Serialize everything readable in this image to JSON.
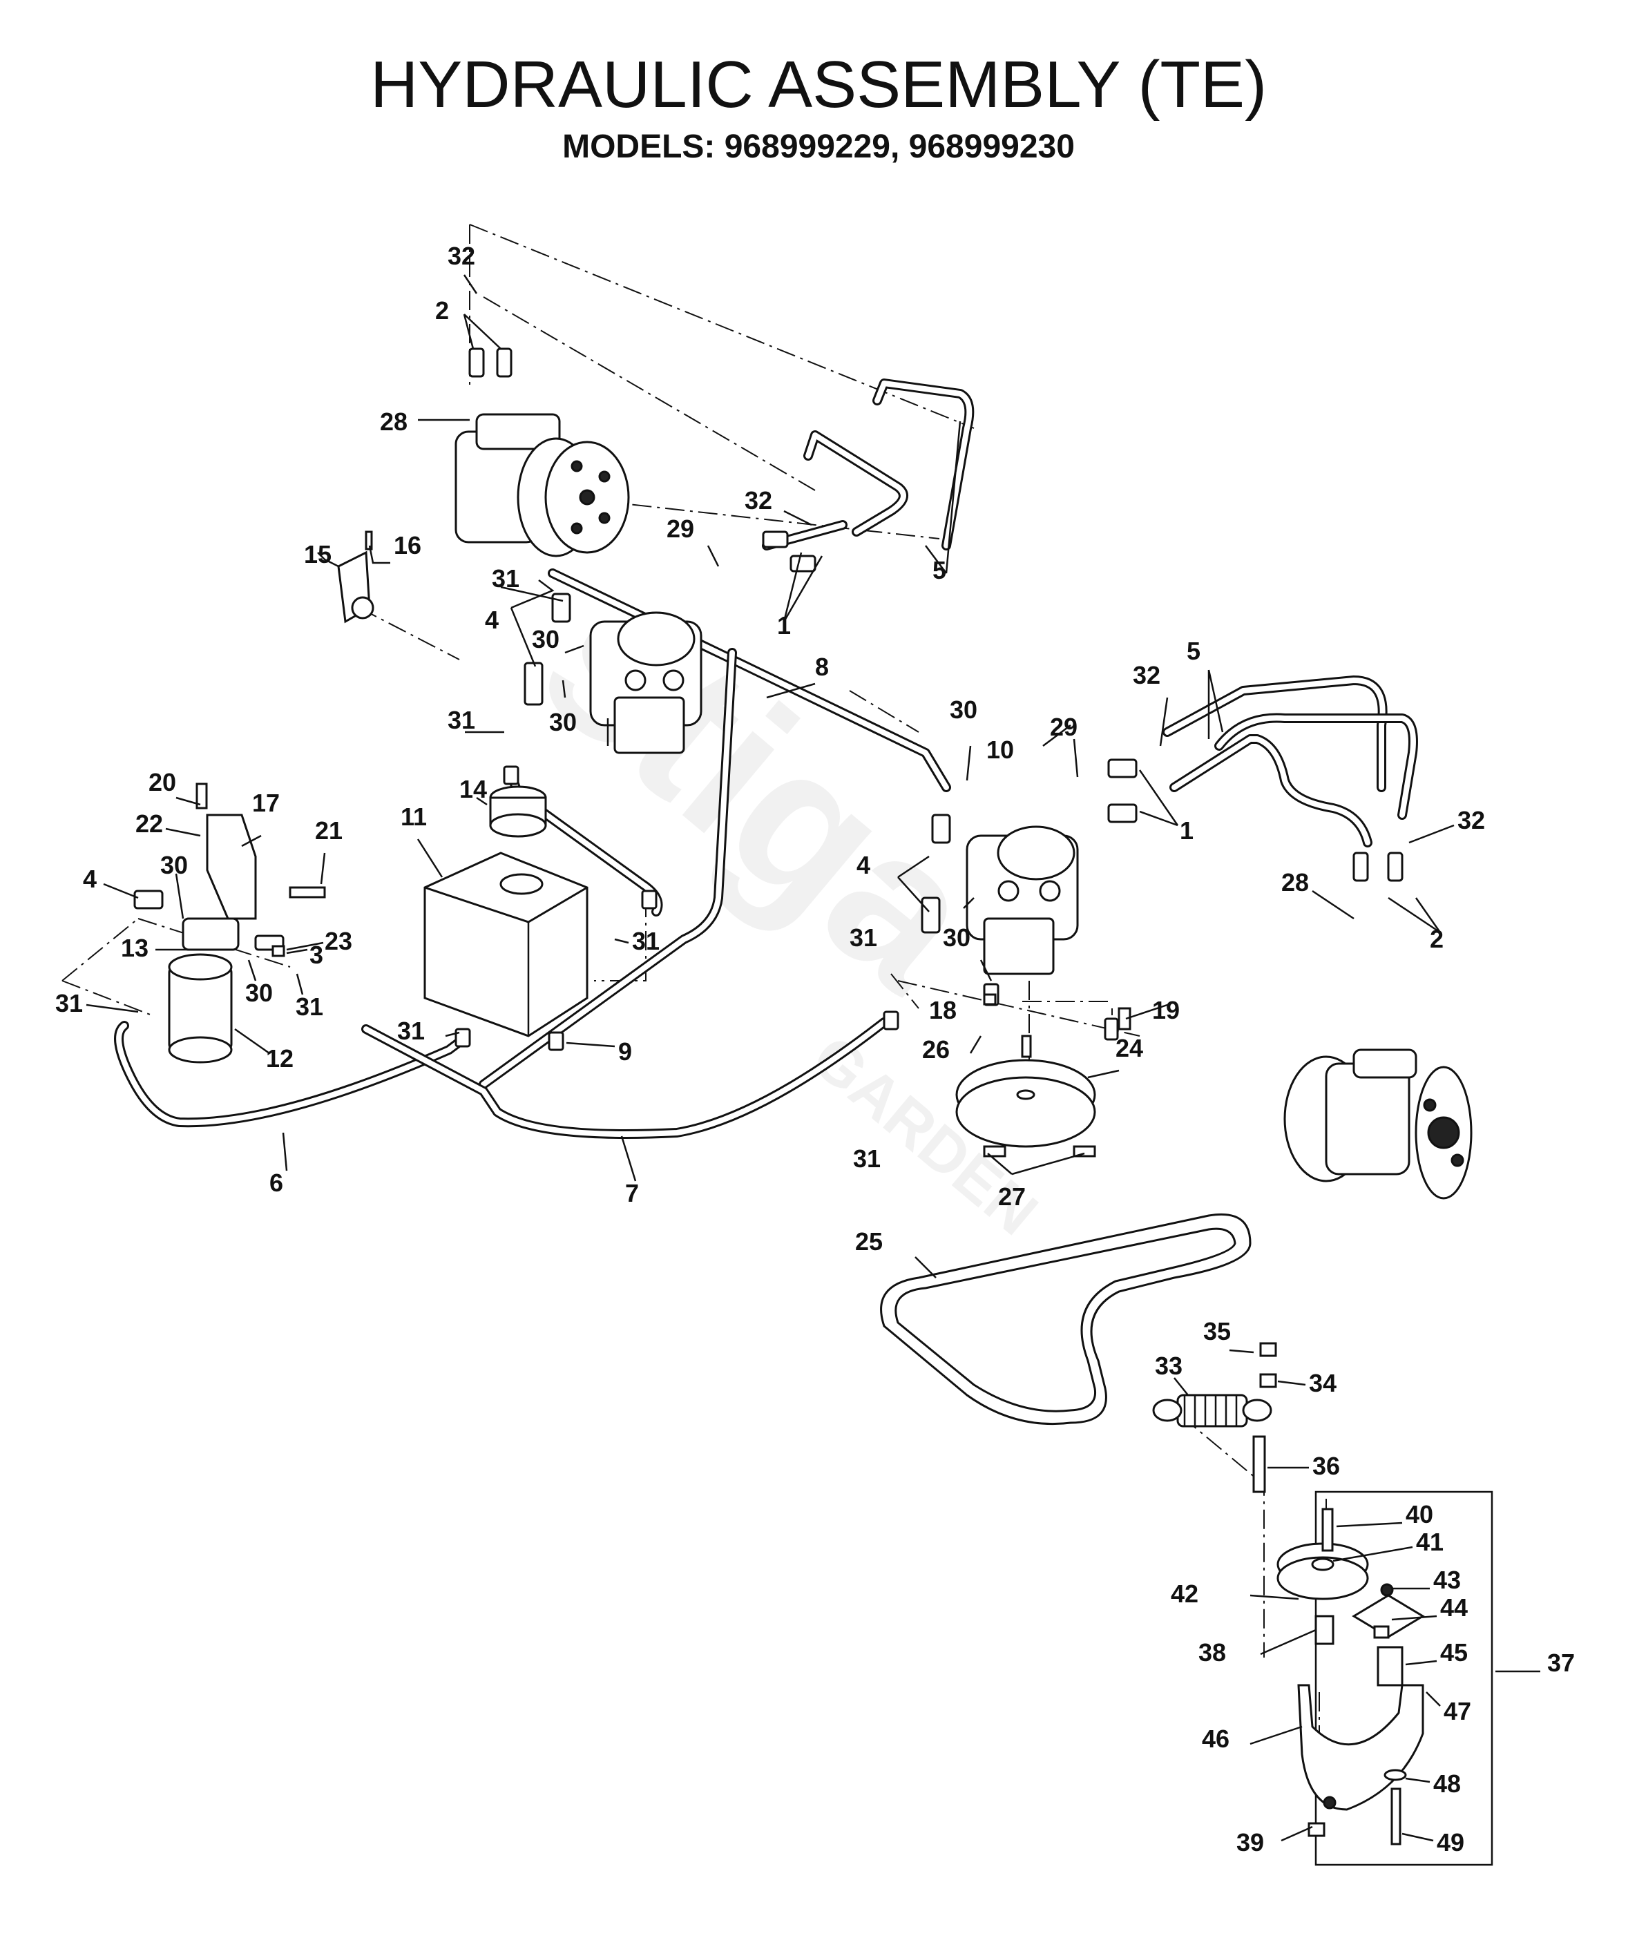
{
  "title": "HYDRAULIC ASSEMBLY (TE)",
  "subtitle": "MODELS:  968999229,  968999230",
  "watermark": "stiga",
  "watermark_sub": "GARDEN",
  "callouts": {
    "c32a": "32",
    "c2a": "2",
    "c28a": "28",
    "c15": "15",
    "c16": "16",
    "c29a": "29",
    "c32b": "32",
    "c5a": "5",
    "c31a": "31",
    "c4a": "4",
    "c30a": "30",
    "c30b": "30",
    "c1a": "1",
    "c8": "8",
    "c31b": "31",
    "c14": "14",
    "c11": "11",
    "c20": "20",
    "c22": "22",
    "c17": "17",
    "c21": "21",
    "c4b": "4",
    "c30c": "30",
    "c13": "13",
    "c23": "23",
    "c3": "3",
    "c30d": "30",
    "c31c": "31",
    "c31d": "31",
    "c12": "12",
    "c31e": "31",
    "c9": "9",
    "c31f": "31",
    "c6": "6",
    "c7": "7",
    "c30e": "30",
    "c29b": "29",
    "c32c": "32",
    "c5b": "5",
    "c10": "10",
    "c1b": "1",
    "c32d": "32",
    "c28b": "28",
    "c2b": "2",
    "c4c": "4",
    "c30f": "30",
    "c31g": "31",
    "c18": "18",
    "c19": "19",
    "c26": "26",
    "c24": "24",
    "c31h": "31",
    "c27": "27",
    "c25": "25",
    "c35": "35",
    "c33": "33",
    "c34": "34",
    "c36": "36",
    "c40": "40",
    "c41": "41",
    "c43": "43",
    "c42": "42",
    "c44": "44",
    "c38": "38",
    "c45": "45",
    "c37": "37",
    "c47": "47",
    "c46": "46",
    "c48": "48",
    "c39": "39",
    "c49": "49"
  }
}
